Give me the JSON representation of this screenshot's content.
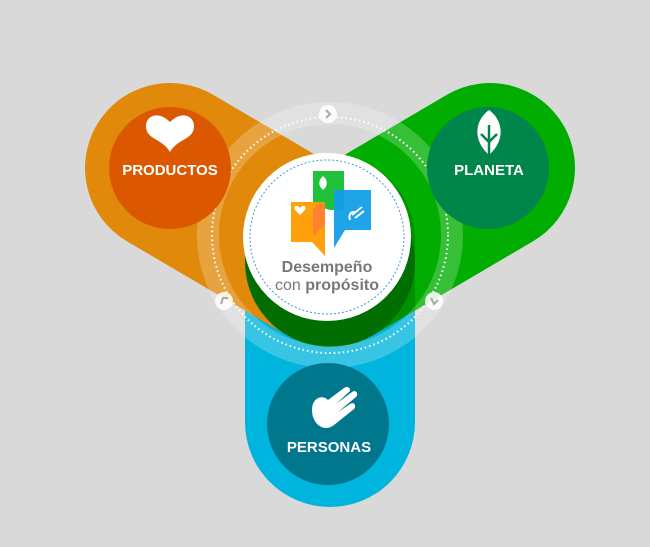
{
  "title": {
    "line1": "Desempeño",
    "line2_light": "con",
    "line2_bold": "propósito"
  },
  "pillars": [
    {
      "label": "PRODUCTOS",
      "icon": "heart-icon",
      "band": "#e0890a",
      "circle": "#dc5800"
    },
    {
      "label": "PLANETA",
      "icon": "leaf-icon",
      "band": "#00cc00",
      "circle": "#00854a"
    },
    {
      "label": "PERSONAS",
      "icon": "hand-icon",
      "band": "#00b5dd",
      "circle": "#00778c"
    }
  ],
  "background": "#d9d9d9"
}
